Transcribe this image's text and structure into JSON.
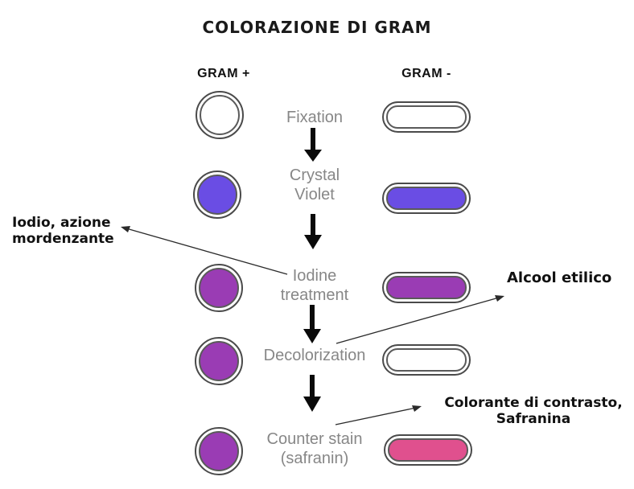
{
  "title": "COLORAZIONE DI GRAM",
  "headers": {
    "gram_positive": "GRAM +",
    "gram_negative": "GRAM -"
  },
  "steps": [
    {
      "label": "Fixation",
      "gram_pos_color": "#ffffff",
      "gram_neg_color": "#ffffff"
    },
    {
      "label": "Crystal\nViolet",
      "gram_pos_color": "#6a4de4",
      "gram_neg_color": "#6a4de4"
    },
    {
      "label": "Iodine\ntreatment",
      "gram_pos_color": "#9a3cb4",
      "gram_neg_color": "#9a3cb4"
    },
    {
      "label": "Decolorization",
      "gram_pos_color": "#9a3cb4",
      "gram_neg_color": "#ffffff"
    },
    {
      "label": "Counter stain\n(safranin)",
      "gram_pos_color": "#9a3cb4",
      "gram_neg_color": "#e0508e"
    }
  ],
  "annotations": {
    "iodine_note": "Iodio, azione\nmordenzante",
    "alcohol_note": "Alcool etilico",
    "safranin_note": "Colorante di contrasto,\nSafranina"
  },
  "colors": {
    "crystal_violet": "#6a4de4",
    "iodine_purple": "#9a3cb4",
    "safranin_pink": "#e0508e",
    "unstained": "#ffffff",
    "outline": "#4a4a4a",
    "step_text": "#878787",
    "annotation_text": "#111111"
  }
}
